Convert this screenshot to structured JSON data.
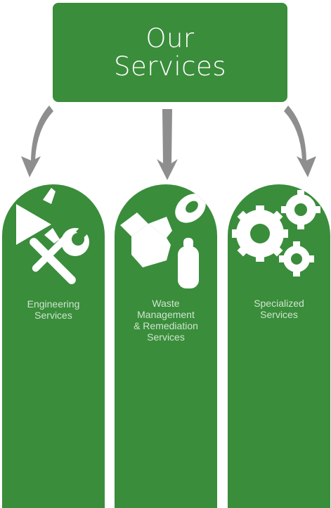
{
  "title": {
    "line1": "Our",
    "line2": "Services"
  },
  "pillars": [
    {
      "lines": [
        "Engineering",
        "Services"
      ],
      "icon": "engineering-tools-icon"
    },
    {
      "lines": [
        "Waste",
        "Management",
        "& Remediation",
        "Services"
      ],
      "icon": "waste-container-icon"
    },
    {
      "lines": [
        "Specialized",
        "Services"
      ],
      "icon": "gears-icon"
    }
  ],
  "colors": {
    "green": "#3a8d3b",
    "arrow": "#8e8e8e",
    "label": "#cfe5cf",
    "icon": "#ffffff"
  }
}
